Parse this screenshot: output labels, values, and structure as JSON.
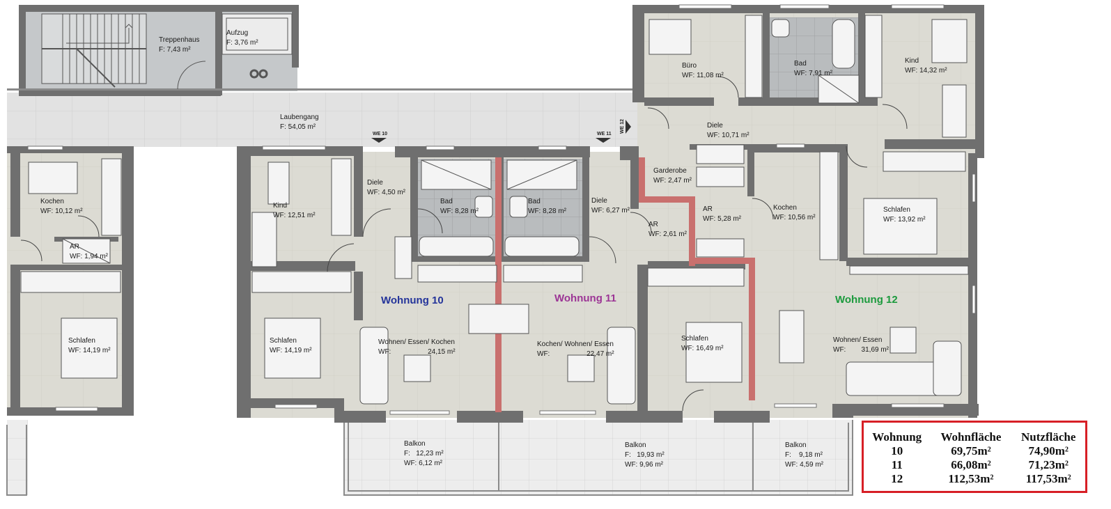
{
  "colors": {
    "wall": "#6f6f6f",
    "floor": "#dcdbd3",
    "tile": "#b8bbbd",
    "corridor": "#e1e1e1",
    "balcony": "#ececec",
    "separator": "#c9706e",
    "unit10": "#24349a",
    "unit11": "#9c3595",
    "unit12": "#1c9a3d",
    "table_border": "#d71f26"
  },
  "units": {
    "w10": "Wohnung 10",
    "w11": "Wohnung 11",
    "w12": "Wohnung 12"
  },
  "markers": {
    "we10": "WE 10",
    "we11": "WE 11",
    "we12": "WE 12"
  },
  "rooms": {
    "treppenhaus": {
      "name": "Treppenhaus",
      "area": "F:   7,43 m²"
    },
    "aufzug": {
      "name": "Aufzug",
      "area": "F: 3,76 m²"
    },
    "laubengang": {
      "name": "Laubengang",
      "area": "F:  54,05 m²"
    },
    "left_kochen": {
      "name": "Kochen",
      "area": "WF: 10,12 m²"
    },
    "left_ar": {
      "name": "AR",
      "area": "WF: 1,94 m²"
    },
    "left_schlafen": {
      "name": "Schlafen",
      "area": "WF: 14,19 m²"
    },
    "w10_kind": {
      "name": "Kind",
      "area": "WF: 12,51 m²"
    },
    "w10_diele": {
      "name": "Diele",
      "area": "WF: 4,50 m²"
    },
    "w10_bad": {
      "name": "Bad",
      "area": "WF: 8,28 m²"
    },
    "w10_schlafen": {
      "name": "Schlafen",
      "area": "WF: 14,19 m²"
    },
    "w10_wohnen": {
      "name": "Wohnen/ Essen/ Kochen",
      "area": "WF:                   24,15 m²"
    },
    "w11_bad": {
      "name": "Bad",
      "area": "WF: 8,28 m²"
    },
    "w11_diele": {
      "name": "Diele",
      "area": "WF: 6,27 m²"
    },
    "w11_ar": {
      "name": "AR",
      "area": "WF: 2,61 m²"
    },
    "w11_wohnen": {
      "name": "Kochen/ Wohnen/ Essen",
      "area": "WF:                   22,47 m²"
    },
    "w11_schlafen": {
      "name": "Schlafen",
      "area": "WF: 16,49 m²"
    },
    "w11_garderobe": {
      "name": "Garderobe",
      "area": "WF: 2,47 m²"
    },
    "w12_buero": {
      "name": "Büro",
      "area": "WF: 11,08 m²"
    },
    "w12_bad": {
      "name": "Bad",
      "area": "WF: 7,91 m²"
    },
    "w12_kind": {
      "name": "Kind",
      "area": "WF: 14,32 m²"
    },
    "w12_diele": {
      "name": "Diele",
      "area": "WF: 10,71 m²"
    },
    "w12_ar": {
      "name": "AR",
      "area": "WF: 5,28 m²"
    },
    "w12_kochen": {
      "name": "Kochen",
      "area": "WF: 10,56 m²"
    },
    "w12_schlafen": {
      "name": "Schlafen",
      "area": "WF: 13,92 m²"
    },
    "w12_wohnen": {
      "name": "Wohnen/ Essen",
      "area": "WF:        31,69 m²"
    },
    "balkon10": {
      "name": "Balkon",
      "area1": "F:   12,23 m²",
      "area2": "WF: 6,12 m²"
    },
    "balkon11": {
      "name": "Balkon",
      "area1": "F:   19,93 m²",
      "area2": "WF: 9,96 m²"
    },
    "balkon12": {
      "name": "Balkon",
      "area1": "F:    9,18 m²",
      "area2": "WF: 4,59 m²"
    }
  },
  "summary_table": {
    "headers": [
      "Wohnung",
      "Wohnfläche",
      "Nutzfläche"
    ],
    "rows": [
      [
        "10",
        "69,75m²",
        "74,90m²"
      ],
      [
        "11",
        "66,08m²",
        "71,23m²"
      ],
      [
        "12",
        "112,53m²",
        "117,53m²"
      ]
    ]
  }
}
